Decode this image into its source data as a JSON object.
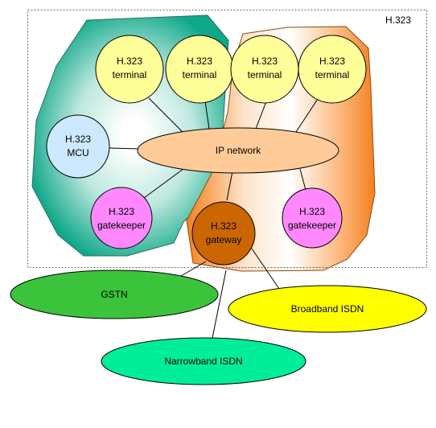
{
  "diagram": {
    "zone_label": "H.323",
    "nodes": {
      "terminal_1": [
        "H.323",
        "terminal"
      ],
      "terminal_2": [
        "H.323",
        "terminal"
      ],
      "terminal_3": [
        "H.323",
        "terminal"
      ],
      "terminal_4": [
        "H.323",
        "terminal"
      ],
      "mcu": [
        "H.323",
        "MCU"
      ],
      "ip_network": [
        "IP network"
      ],
      "gatekeeper_left": [
        "H.323",
        "gatekeeper"
      ],
      "gateway": [
        "H.323",
        "gateway"
      ],
      "gatekeeper_right": [
        "H.323",
        "gatekeeper"
      ],
      "gstn": [
        "GSTN"
      ],
      "broadband_isdn": [
        "Broadband ISDN"
      ],
      "narrowband_isdn": [
        "Narrowband ISDN"
      ]
    },
    "edges": [
      [
        "terminal_1",
        "ip_network"
      ],
      [
        "terminal_2",
        "ip_network"
      ],
      [
        "terminal_3",
        "ip_network"
      ],
      [
        "terminal_4",
        "ip_network"
      ],
      [
        "mcu",
        "ip_network"
      ],
      [
        "gatekeeper_left",
        "ip_network"
      ],
      [
        "gateway",
        "ip_network"
      ],
      [
        "gatekeeper_right",
        "ip_network"
      ],
      [
        "gateway",
        "gstn"
      ],
      [
        "gateway",
        "narrowband_isdn"
      ],
      [
        "gateway",
        "broadband_isdn"
      ]
    ],
    "colors": {
      "zone_left": "#10a88a",
      "zone_right": "#f5801e",
      "terminal_fill": "#ffff99",
      "mcu_fill": "#cce9ff",
      "ip_network_fill": "#ffcc99",
      "gatekeeper_fill": "#ff88ff",
      "gateway_fill": "#cc6600",
      "gstn_fill": "#3cc33c",
      "broadband_fill": "#ffff00",
      "narrowband_fill": "#00ee99"
    }
  }
}
